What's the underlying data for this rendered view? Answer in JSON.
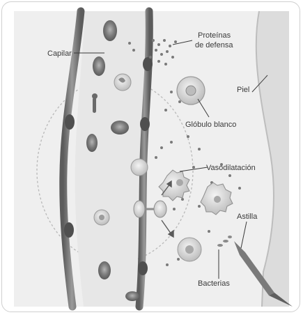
{
  "labels": {
    "capilar": "Capilar",
    "proteinas_line1": "Proteínas",
    "proteinas_line2": "de defensa",
    "piel": "Piel",
    "globulo_blanco": "Glóbulo blanco",
    "vasodilatacion": "Vasodilatación",
    "astilla": "Astilla",
    "bacterias": "Bacterias"
  },
  "colors": {
    "background": "#f2f2f2",
    "capillar_wall": "#6e6e6e",
    "red_cell": "#8a8a8a",
    "white_cell": "#d8d8d8",
    "skin": "#e4e4e4",
    "label_text": "#3a3a3a"
  }
}
